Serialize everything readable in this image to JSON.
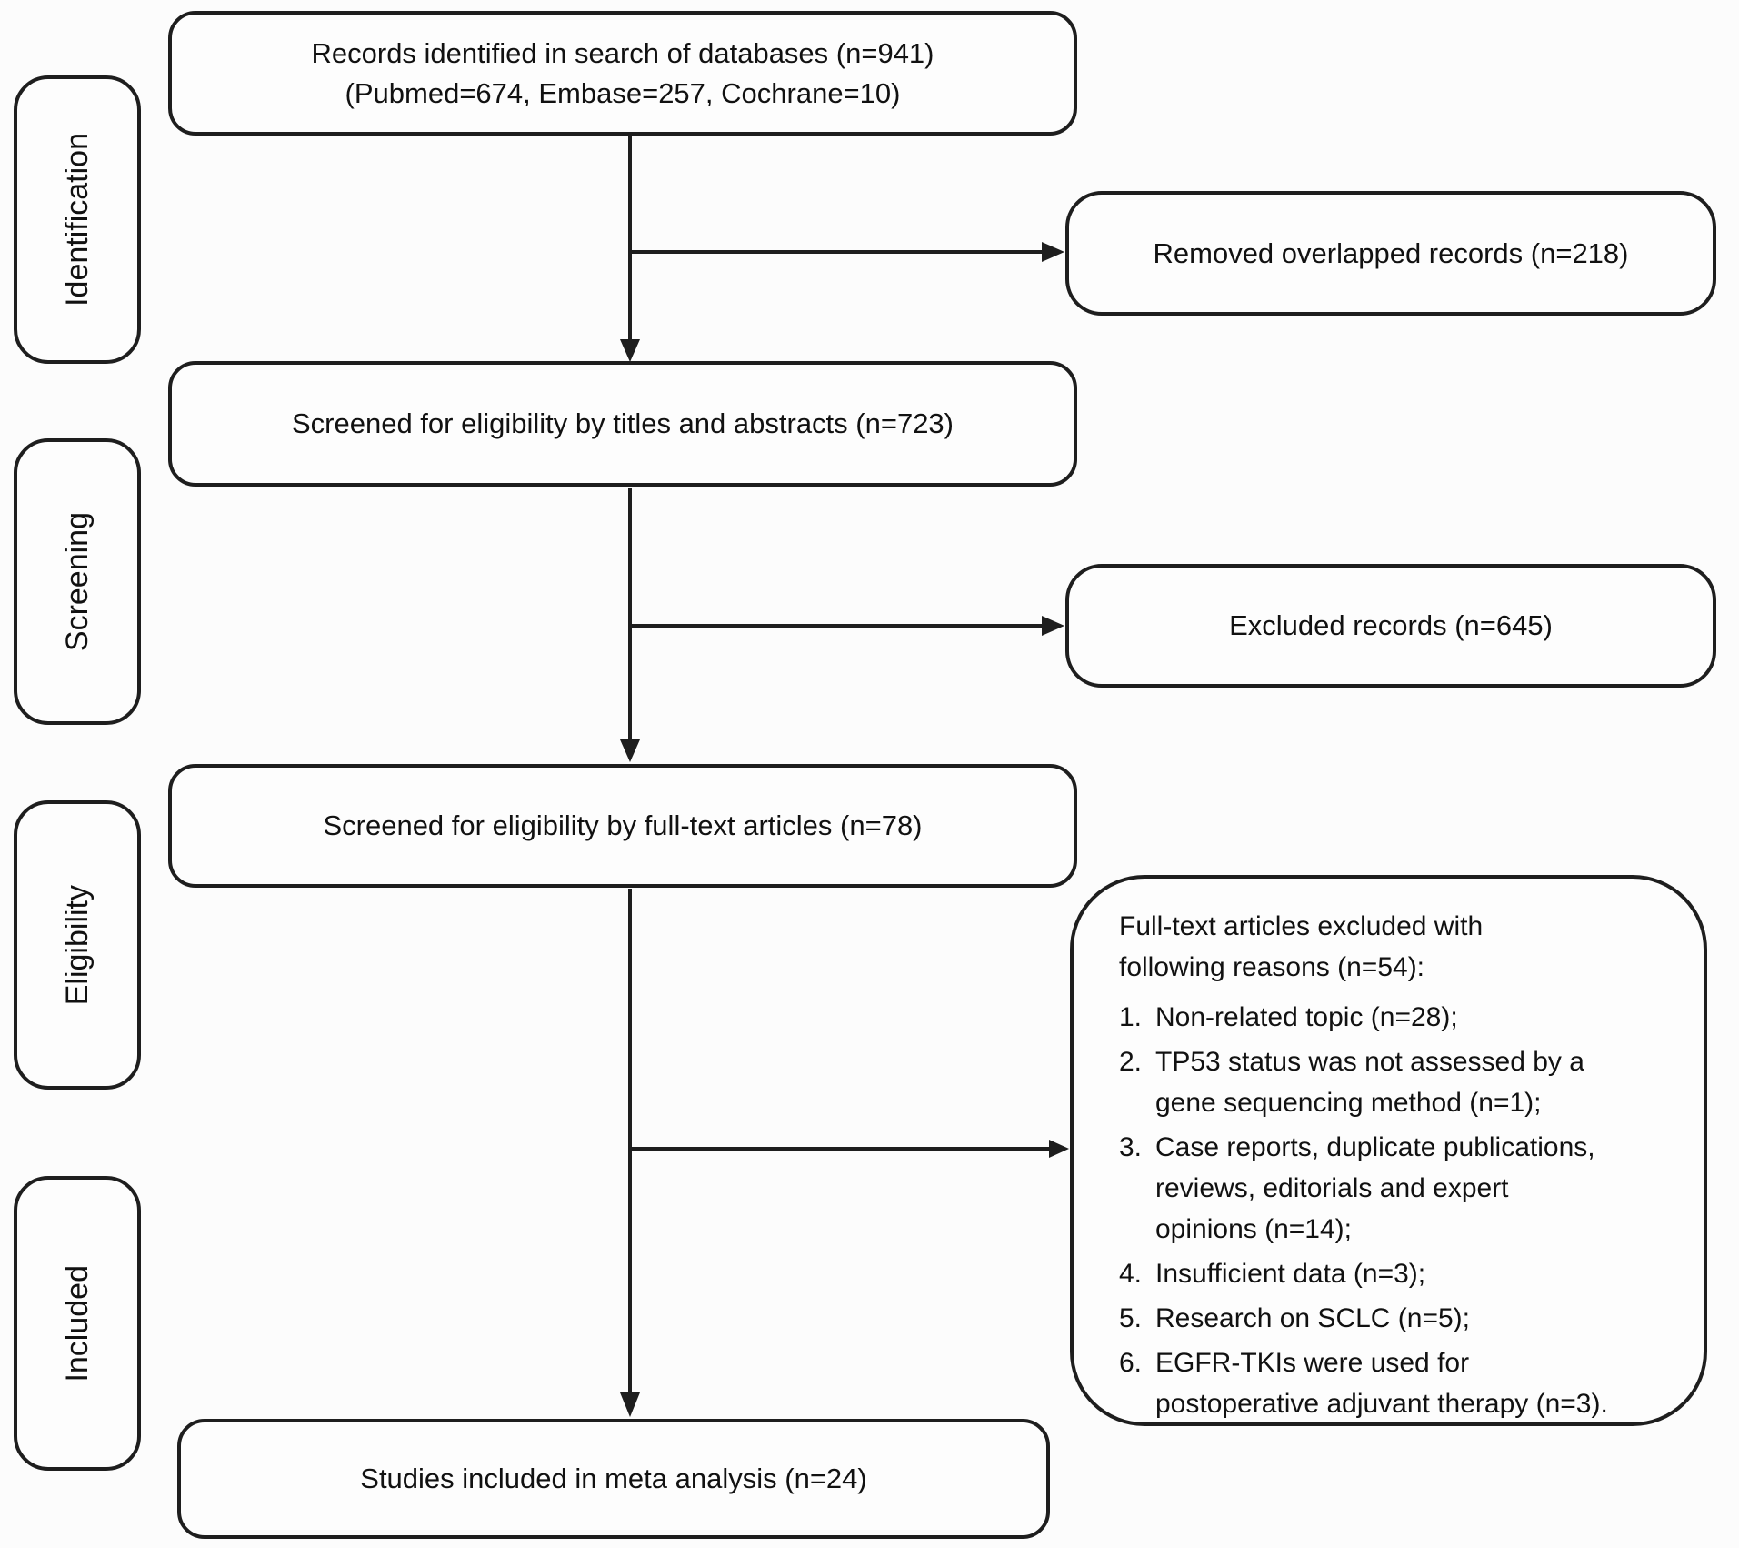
{
  "stages": [
    {
      "label": "Identification"
    },
    {
      "label": "Screening"
    },
    {
      "label": "Eligibility"
    },
    {
      "label": "Included"
    }
  ],
  "flow": {
    "records_identified": {
      "lines": [
        "Records identified in search of databases (n=941)",
        "(Pubmed=674, Embase=257, Cochrane=10)"
      ]
    },
    "screened_titles": {
      "lines": [
        "Screened for eligibility by titles and abstracts (n=723)"
      ]
    },
    "screened_fulltext": {
      "lines": [
        "Screened for eligibility by full-text articles (n=78)"
      ]
    },
    "included_meta": {
      "lines": [
        "Studies included in meta analysis (n=24)"
      ]
    }
  },
  "exclusions": {
    "removed_overlapped": {
      "label": "Removed overlapped records (n=218)"
    },
    "excluded_records": {
      "label": "Excluded records (n=645)"
    },
    "fulltext_excluded": {
      "heading_lines": [
        "Full-text articles excluded with",
        "following reasons (n=54):"
      ],
      "reasons": [
        {
          "num": "1.",
          "lines": [
            "Non-related topic (n=28);"
          ]
        },
        {
          "num": "2.",
          "lines": [
            "TP53 status was not assessed by a",
            "gene sequencing method (n=1);"
          ]
        },
        {
          "num": "3.",
          "lines": [
            "Case reports, duplicate publications,",
            "reviews, editorials and expert",
            "opinions (n=14);"
          ]
        },
        {
          "num": "4.",
          "lines": [
            "Insufficient data (n=3);"
          ]
        },
        {
          "num": "5.",
          "lines": [
            "Research on SCLC (n=5);"
          ]
        },
        {
          "num": "6.",
          "lines": [
            "EGFR-TKIs were used for",
            "postoperative adjuvant therapy (n=3)."
          ]
        }
      ]
    }
  },
  "colors": {
    "line": "#1e1e1e",
    "text": "#111111",
    "background": "#fcfcfc",
    "box_fill": "#fdfdfd"
  }
}
